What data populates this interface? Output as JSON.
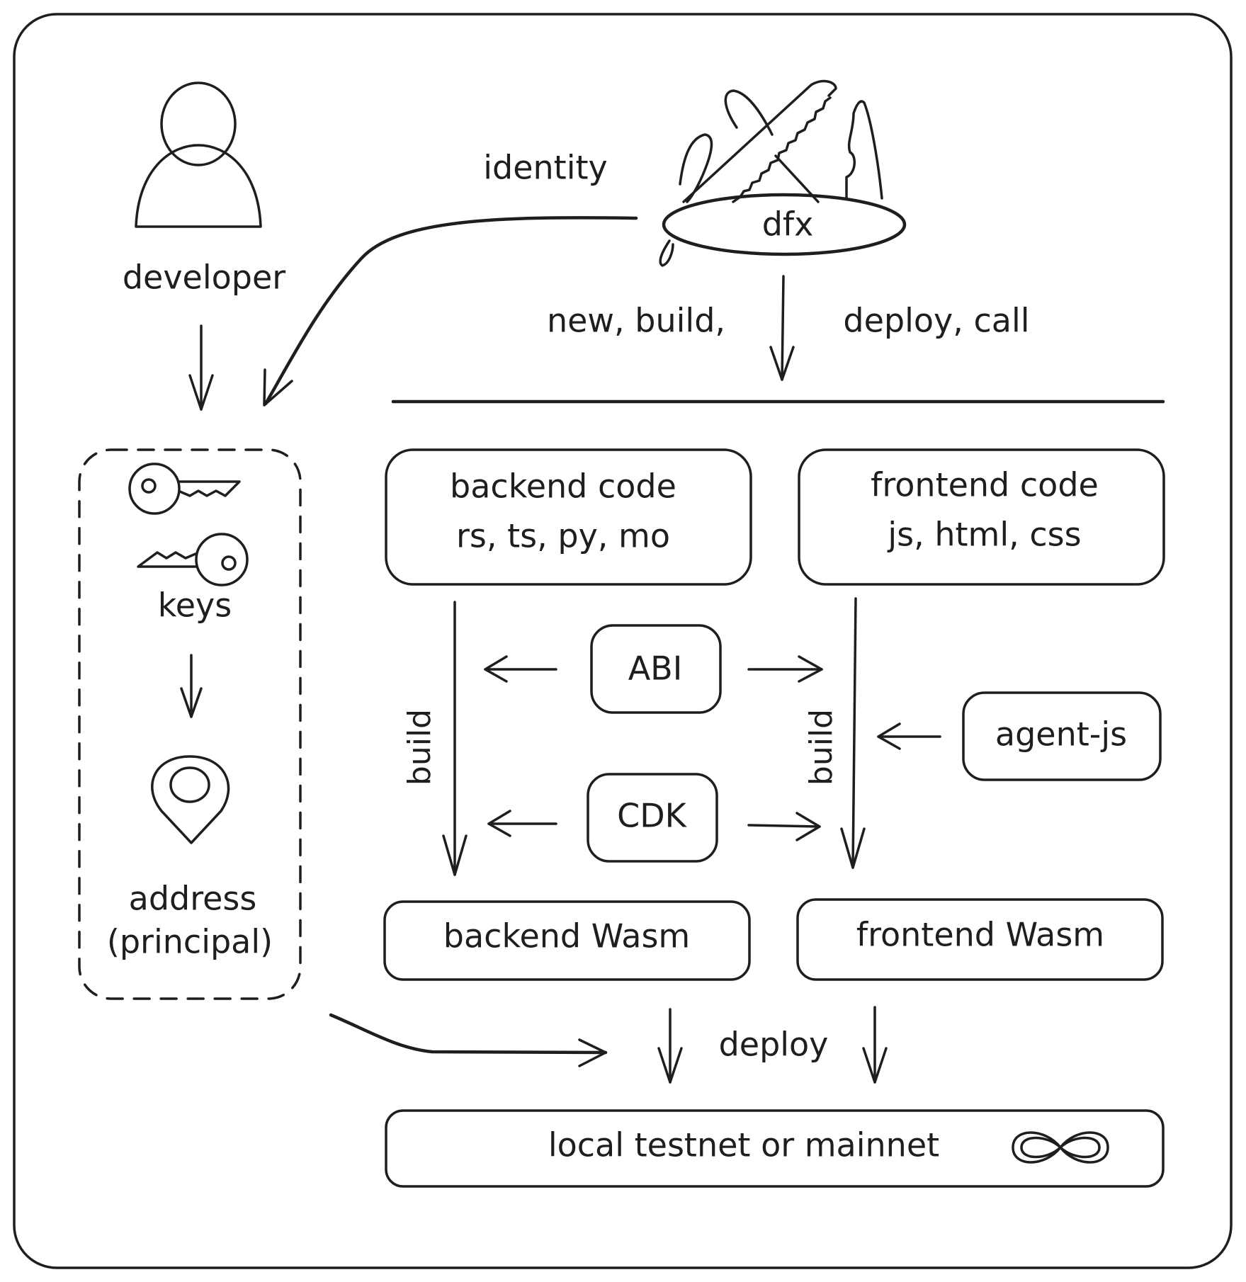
{
  "diagram": {
    "developer_label": "developer",
    "identity_label": "identity",
    "tool_label": "dfx",
    "commands_left": "new, build,",
    "commands_right": "deploy, call",
    "keys_label": "keys",
    "address_label": "address",
    "address_sub_label": "(principal)",
    "backend_code": {
      "title": "backend code",
      "langs": "rs, ts, py, mo"
    },
    "frontend_code": {
      "title": "frontend code",
      "langs": "js, html, css"
    },
    "abi_label": "ABI",
    "cdk_label": "CDK",
    "agent_js_label": "agent-js",
    "build_label_left": "build",
    "build_label_right": "build",
    "backend_wasm_label": "backend Wasm",
    "frontend_wasm_label": "frontend Wasm",
    "deploy_label": "deploy",
    "network_label": "local testnet or mainnet",
    "colors": {
      "ink": "#1e1e1e",
      "background": "#ffffff"
    }
  }
}
